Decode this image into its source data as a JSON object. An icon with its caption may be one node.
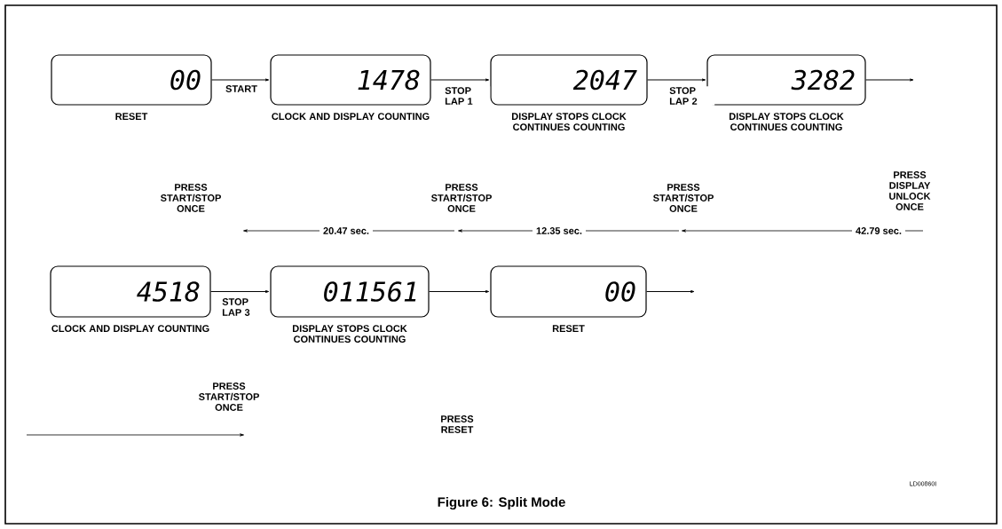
{
  "diagram": {
    "caption": "Figure 6: Split Mode",
    "nodes": [
      {
        "text": [
          "00"
        ],
        "beside": [
          "RESET"
        ]
      },
      {
        "text": [
          "1478"
        ],
        "beside": [
          "CLOCK AND DISPLAY COUNTING"
        ]
      },
      {
        "text": [
          "2047"
        ],
        "beside": [
          "DISPLAY STOPS CLOCK CONTINUES COUNTING"
        ]
      },
      {
        "text": [
          "3282"
        ],
        "beside": [
          "DISPLAY STOPS CLOCK CONTINUES COUNTING"
        ]
      },
      {
        "text": [
          "4518"
        ],
        "beside": [
          "CLOCK AND DISPLAY COUNTING"
        ]
      },
      {
        "text": [
          "011561"
        ],
        "beside": [
          "DISPLAY STOPS CLOCK CONTINUES COUNTING"
        ]
      },
      {
        "text": [
          "00"
        ],
        "beside": [
          "RESET"
        ]
      }
    ],
    "edges": [
      {
        "from": 0,
        "to": 1,
        "arrow": "to",
        "label": "START"
      },
      {
        "from": 1,
        "to": 2,
        "arrow": "to",
        "label": "STOP LAP 1"
      },
      {
        "from": 2,
        "to": 3,
        "arrow": "to",
        "label": "STOP LAP 2"
      },
      {
        "from": 3,
        "to": null,
        "arrow": "to"
      },
      {
        "from": 4,
        "to": 5,
        "arrow": "to",
        "label": "STOP LAP 3"
      },
      {
        "from": 5,
        "to": 6,
        "arrow": "to"
      },
      {
        "from": 6,
        "to": null,
        "arrow": "to"
      }
    ],
    "labels": [
      "PRESS START/STOP ONCE",
      "PRESS START/STOP ONCE",
      "PRESS START/STOP ONCE",
      "PRESS DISPLAY UNLOCK ONCE",
      "20.47 sec.",
      "12.35 sec.",
      "42.79 sec.",
      "PRESS START/STOP ONCE",
      "PRESS RESET",
      "LD00860I"
    ]
  }
}
